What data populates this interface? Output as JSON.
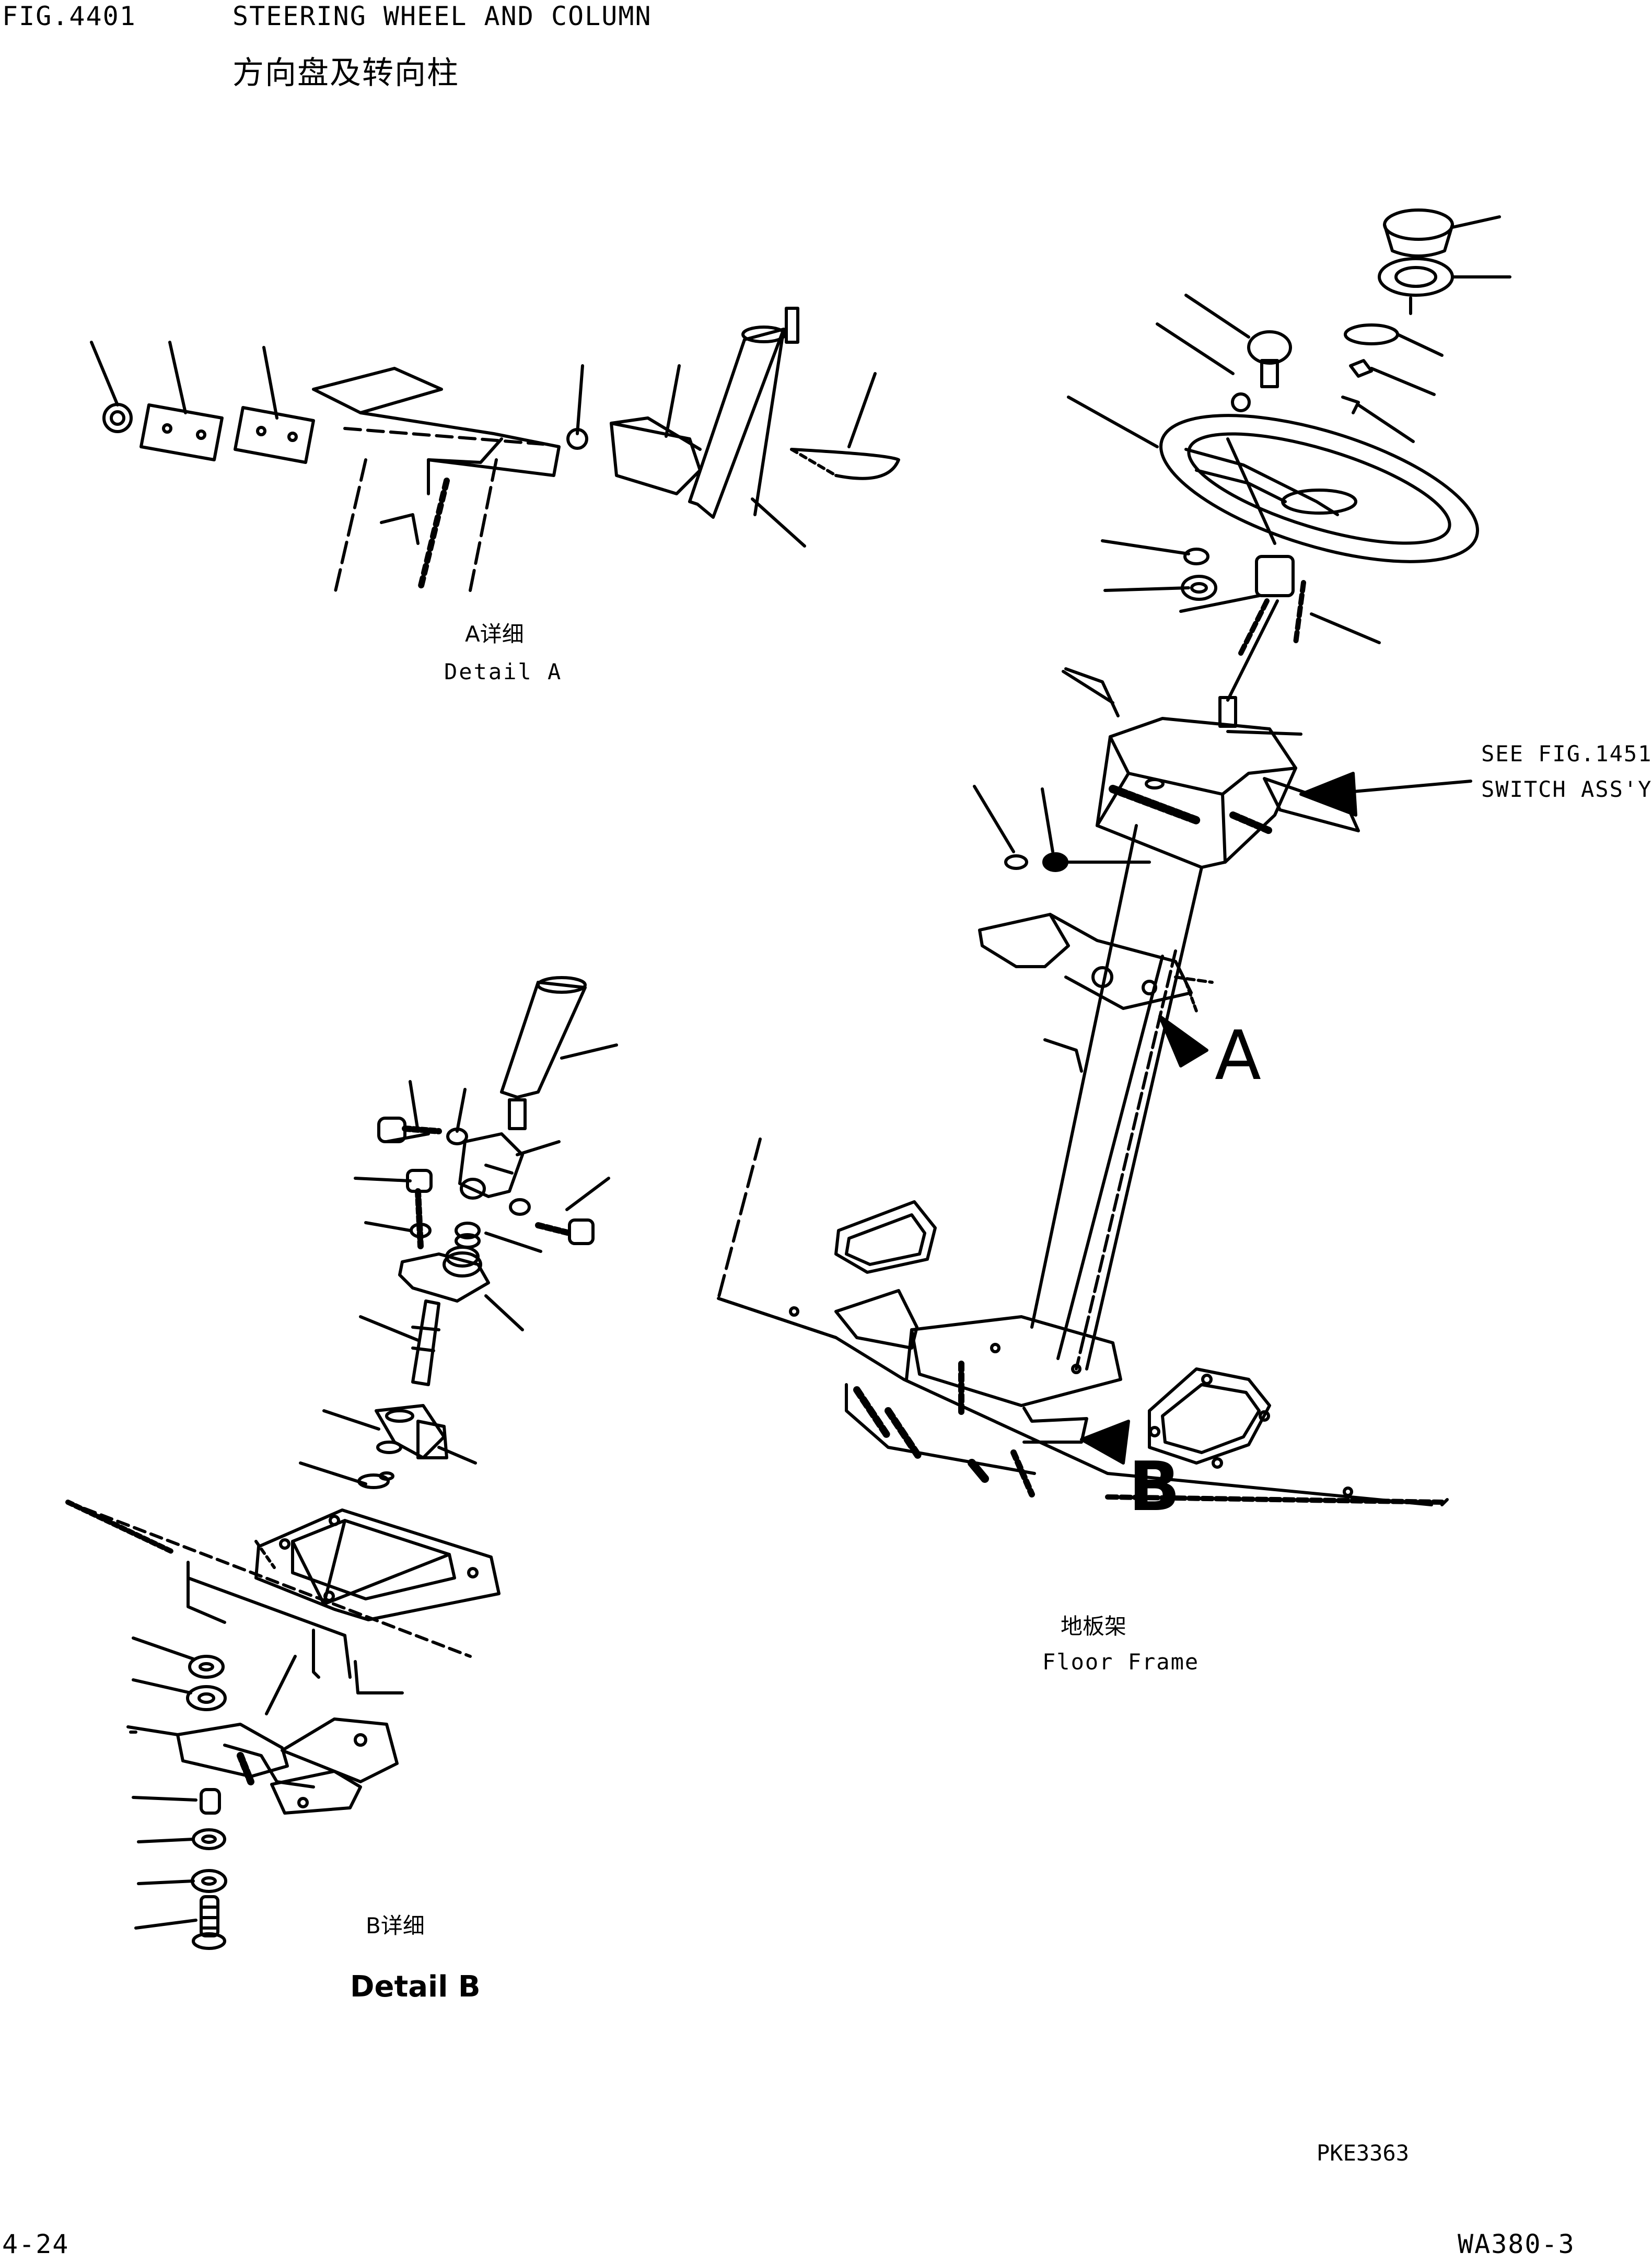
{
  "header": {
    "fig_number": "FIG.4401",
    "title_en": "STEERING WHEEL AND COLUMN",
    "title_cn": "方向盘及转向柱"
  },
  "details": {
    "a_cn": "A详细",
    "a_en": "Detail A",
    "b_cn": "B详细",
    "b_en": "Detail B"
  },
  "references": {
    "see_fig": "SEE FIG.1451",
    "switch_assy": "SWITCH ASS'Y"
  },
  "callouts": {
    "a": "A",
    "b": "B"
  },
  "floor_frame": {
    "cn": "地板架",
    "en": "Floor Frame"
  },
  "footer": {
    "drawing_code": "PKE3363",
    "page_number": "4-24",
    "model": "WA380-3"
  }
}
